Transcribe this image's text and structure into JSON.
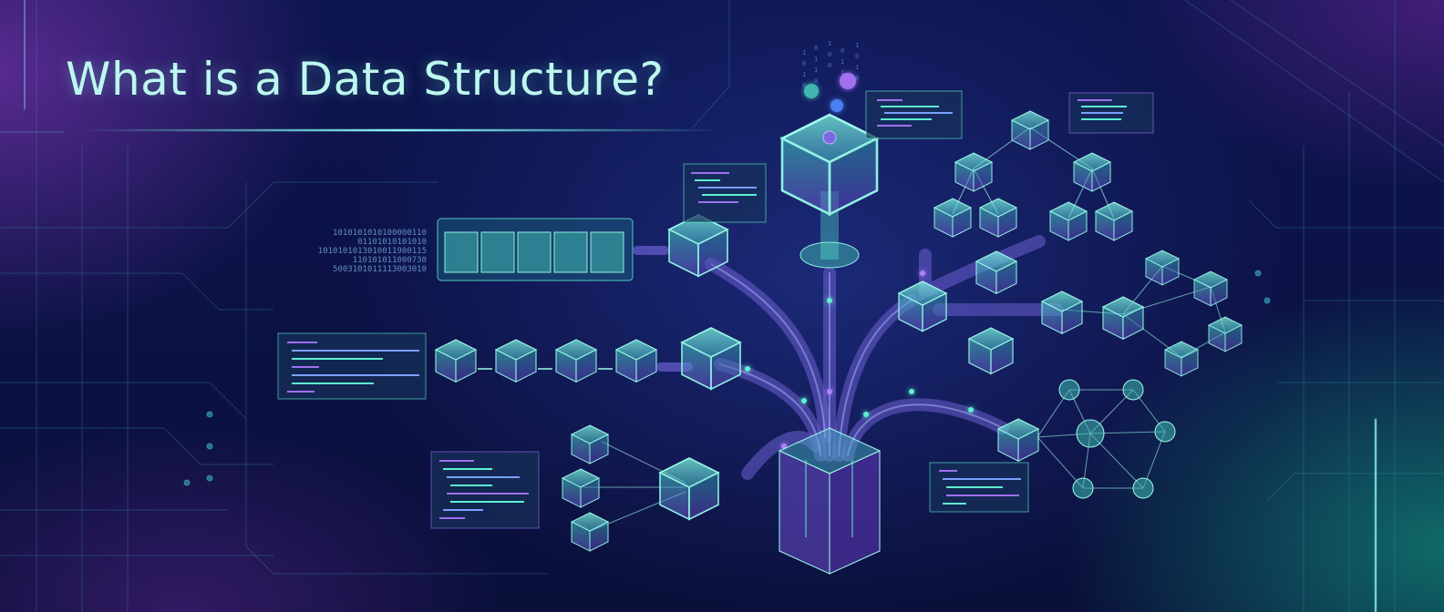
{
  "title": "What is a Data Structure?",
  "binary_lines": [
    "1010101010100000110",
    "01101010101010",
    "1010101013010011900115",
    "110101011000730",
    "5003101011113003010"
  ],
  "colors": {
    "background": "#0b1040",
    "accent_teal": "#5ef0d0",
    "accent_purple": "#a070f0",
    "title": "#bdf7ee"
  },
  "icons": [
    "cube-icon",
    "lock-icon",
    "chain-link-icon",
    "brackets-icon",
    "database-icon"
  ]
}
